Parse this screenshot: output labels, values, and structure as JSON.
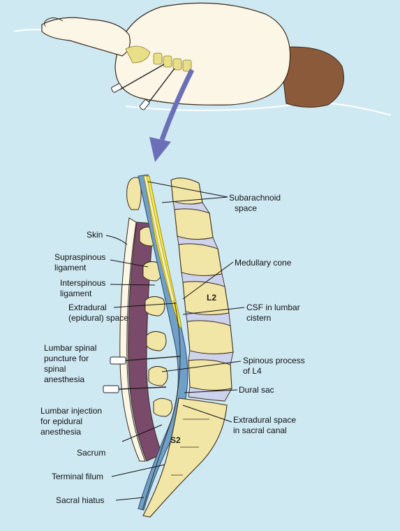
{
  "labels": {
    "subarachnoid_space": [
      "Subarachnoid",
      "space"
    ],
    "skin": [
      "Skin"
    ],
    "supraspinous_ligament": [
      "Supraspinous",
      "ligament"
    ],
    "medullary_cone": [
      "Medullary cone"
    ],
    "interspinous_ligament": [
      "Interspinous",
      "ligament"
    ],
    "extradural_space": [
      "Extradural",
      "(epidural) space"
    ],
    "csf_lumbar_cistern": [
      "CSF in lumbar",
      "cistern"
    ],
    "lumbar_spinal_puncture": [
      "Lumbar spinal",
      "puncture for",
      "spinal",
      "anesthesia"
    ],
    "spinous_process_l4": [
      "Spinous process",
      "of L4"
    ],
    "dural_sac": [
      "Dural sac"
    ],
    "lumbar_injection": [
      "Lumbar injection",
      "for epidural",
      "anesthesia"
    ],
    "extradural_sacral": [
      "Extradural space",
      "in sacral canal"
    ],
    "sacrum": [
      "Sacrum"
    ],
    "terminal_filum": [
      "Terminal filum"
    ],
    "sacral_hiatus": [
      "Sacral hiatus"
    ]
  },
  "vertebra_labels": {
    "l2": "L2",
    "s2": "S2"
  },
  "colors": {
    "background": "#cfe9f3",
    "bone": "#f1e6a6",
    "bone_shade": "#d9c97a",
    "disc": "#cdd3ec",
    "ligament": "#7a4a6a",
    "csf": "#f4e640",
    "dura": "#6fa0c8",
    "skin": "#fbf6e6",
    "hair": "#8a5a3a",
    "arrow": "#6b6fb8"
  }
}
